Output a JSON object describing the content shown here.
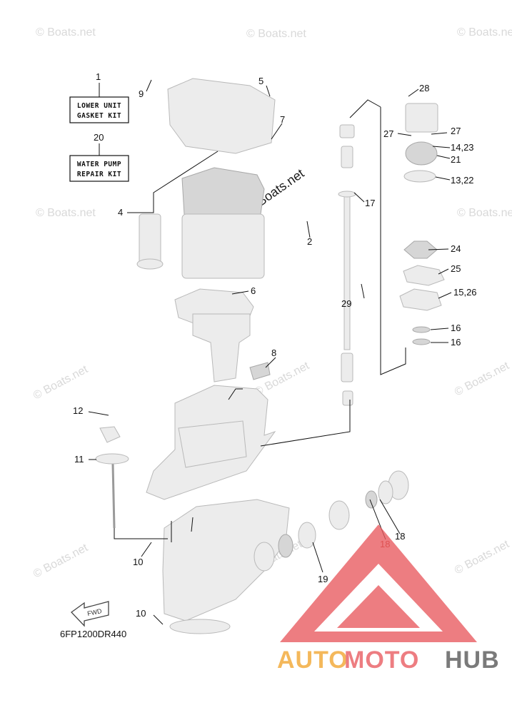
{
  "kits": [
    {
      "number": "1",
      "line1": "LOWER UNIT",
      "line2": "GASKET KIT"
    },
    {
      "number": "20",
      "line1": "WATER PUMP",
      "line2": "REPAIR KIT"
    }
  ],
  "callouts": [
    "9",
    "5",
    "7",
    "28",
    "27",
    "27",
    "14,23",
    "21",
    "13,22",
    "4",
    "17",
    "2",
    "24",
    "25",
    "6",
    "15,26",
    "29",
    "16",
    "16",
    "8",
    "12",
    "11",
    "18",
    "18",
    "10",
    "19",
    "10"
  ],
  "watermark": "© Boats.net",
  "diagram_code": "6FP1200DR440",
  "fwd_label": "FWD",
  "logo": {
    "part1": "AUTO",
    "part2": "MOTO",
    "part3": "HUB"
  }
}
